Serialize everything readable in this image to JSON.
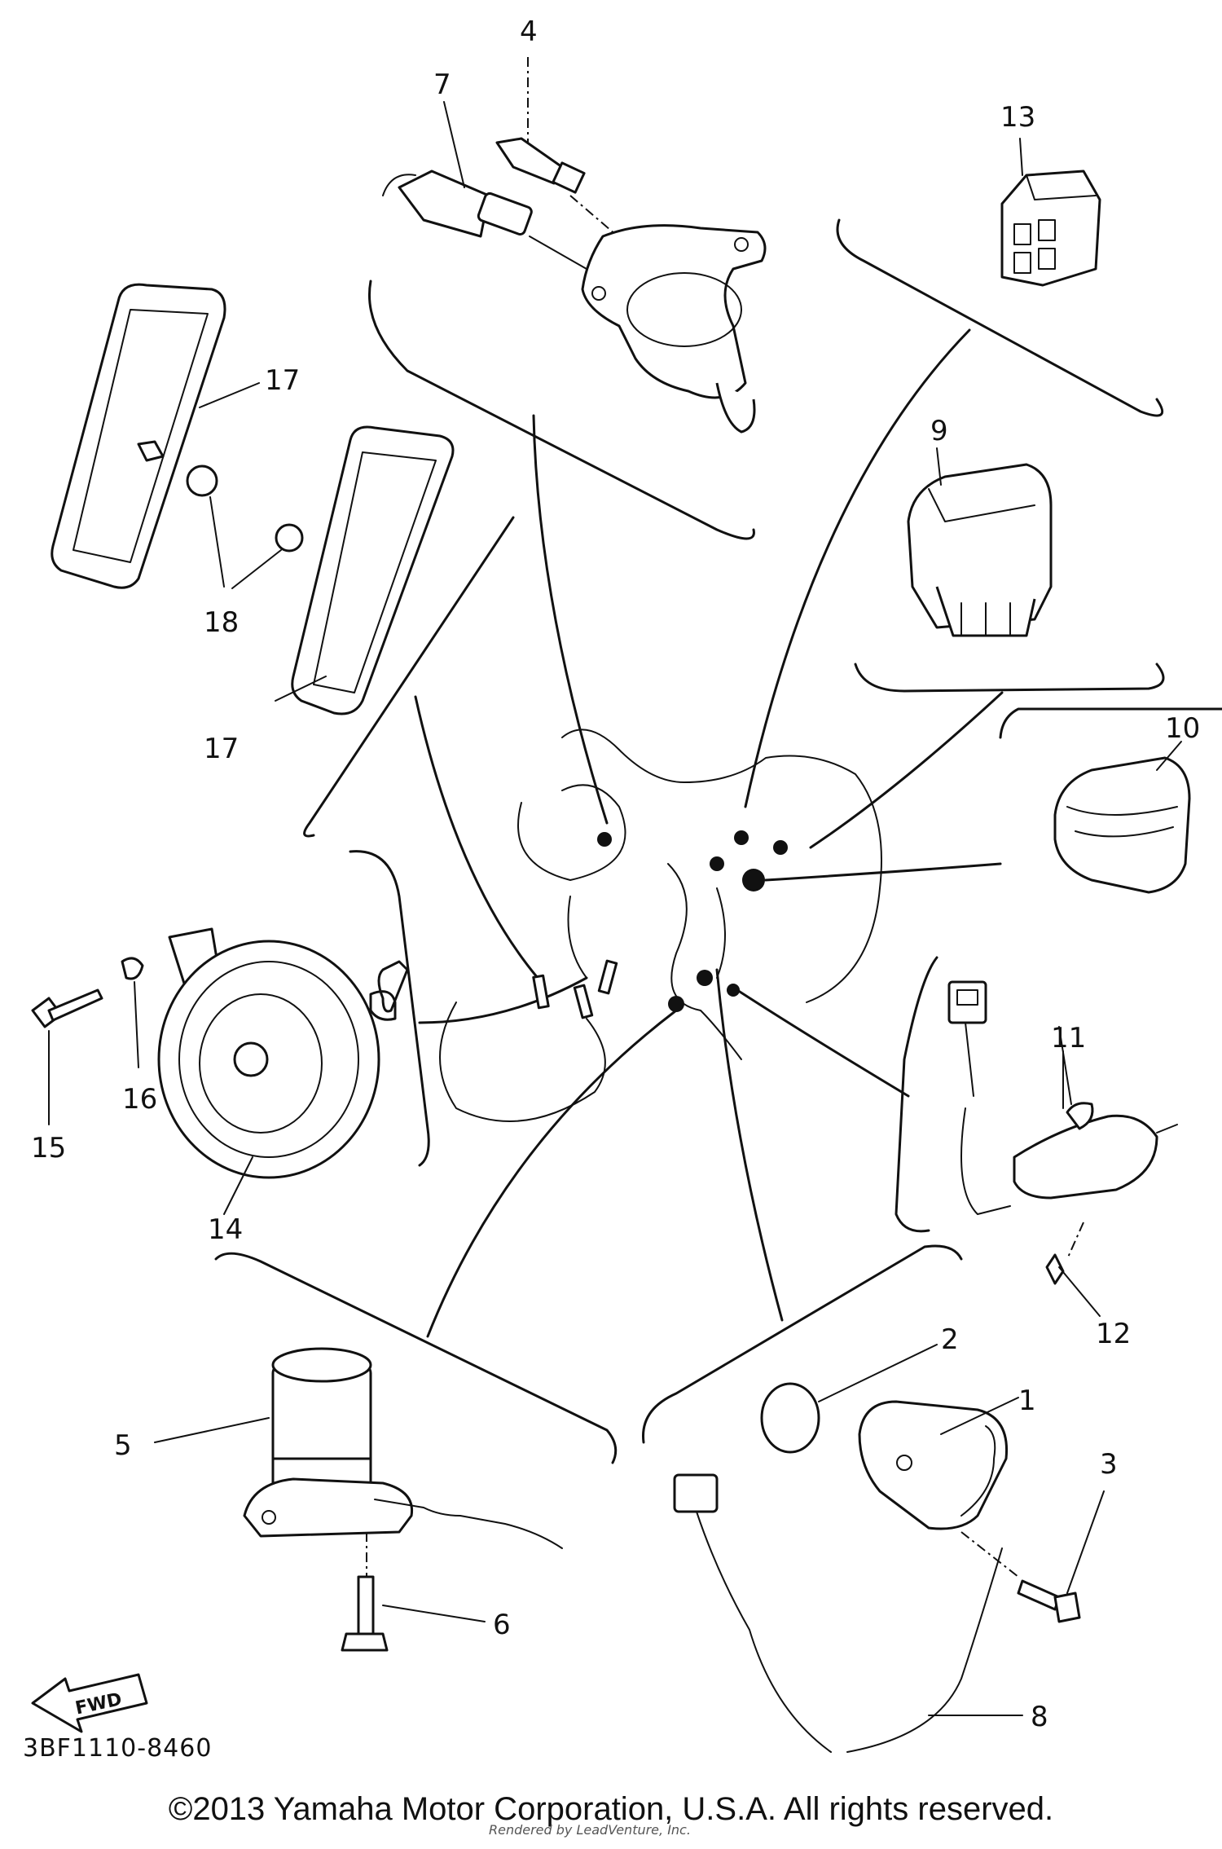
{
  "diagram": {
    "reference_code": "3BF1110-8460",
    "copyright": "©2013 Yamaha Motor Corporation, U.S.A. All rights reserved.",
    "credit": "Rendered by LeadVenture, Inc.",
    "fwd_label": "FWD",
    "callouts": [
      "1",
      "2",
      "3",
      "4",
      "5",
      "6",
      "7",
      "8",
      "9",
      "10",
      "11",
      "12",
      "13",
      "14",
      "15",
      "16",
      "17",
      "17",
      "18"
    ]
  }
}
